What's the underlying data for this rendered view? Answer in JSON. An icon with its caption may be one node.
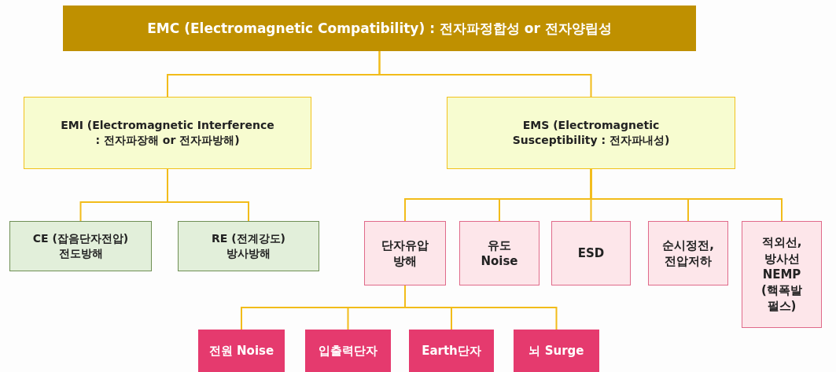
{
  "diagram": {
    "nodes": [
      {
        "text": [
          "EMC (Electromagnetic Compatibility) : 전자파정합성 or 전자양립성"
        ]
      },
      {
        "text": [
          "EMI (Electromagnetic Interference : 전자파장해 or 전자파방해)"
        ]
      },
      {
        "text": [
          "EMS (Electromagnetic Susceptibility : 전자파내성)"
        ]
      },
      {
        "text": [
          "CE (잡음단자전압) 전도방해"
        ]
      },
      {
        "text": [
          "RE (전계강도) 방사방해"
        ]
      },
      {
        "text": [
          "단자유압 방해"
        ]
      },
      {
        "text": [
          "유도 Noise"
        ]
      },
      {
        "text": [
          "ESD"
        ]
      },
      {
        "text": [
          "순시정전, 전압저하"
        ]
      },
      {
        "text": [
          "적외선, 방사선 NEMP (핵폭발 펄스)"
        ]
      },
      {
        "text": [
          "전원 Noise"
        ]
      },
      {
        "text": [
          "입출력단자"
        ]
      },
      {
        "text": [
          "Earth단자"
        ]
      },
      {
        "text": [
          "뇌 Surge"
        ]
      }
    ],
    "edges": [
      {
        "from": 0,
        "to": 1,
        "arrow": "none"
      },
      {
        "from": 0,
        "to": 2,
        "arrow": "none"
      },
      {
        "from": 1,
        "to": 3,
        "arrow": "none"
      },
      {
        "from": 1,
        "to": 4,
        "arrow": "none"
      },
      {
        "from": 2,
        "to": 5,
        "arrow": "none"
      },
      {
        "from": 2,
        "to": 6,
        "arrow": "none"
      },
      {
        "from": 2,
        "to": 7,
        "arrow": "none"
      },
      {
        "from": 2,
        "to": 8,
        "arrow": "none"
      },
      {
        "from": 2,
        "to": 9,
        "arrow": "none"
      },
      {
        "from": 5,
        "to": 10,
        "arrow": "none"
      },
      {
        "from": 5,
        "to": 11,
        "arrow": "none"
      },
      {
        "from": 5,
        "to": 12,
        "arrow": "none"
      },
      {
        "from": 5,
        "to": 13,
        "arrow": "none"
      }
    ]
  }
}
